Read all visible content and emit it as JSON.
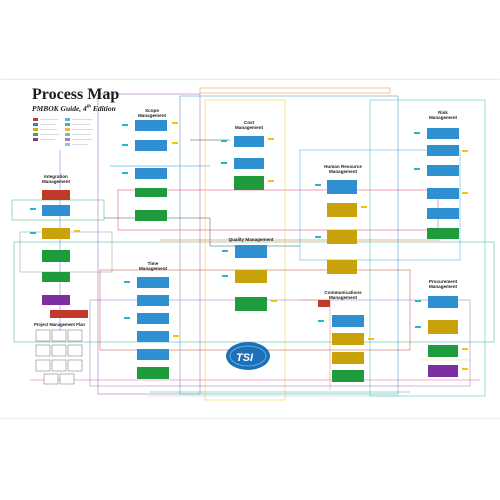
{
  "poster": {
    "title": "Process Map",
    "subtitle_main": "PMBOK Guide, 4",
    "subtitle_sup": "th",
    "subtitle_tail": " Edition",
    "logo": "TSI",
    "plan_label": "Project Management Plan"
  },
  "knowledge_areas": {
    "integration": "Integration\nManagement",
    "scope": "Scope\nManagement",
    "cost": "Cost\nManagement",
    "risk": "Risk\nManagement",
    "hr": "Human Resource\nManagement",
    "time": "Time\nManagement",
    "quality": "Quality Management",
    "communications": "Communications\nManagement",
    "procurement": "Procurement\nManagement"
  },
  "legend_colors": {
    "initiating": "#c0392b",
    "planning": "#2e86c1",
    "executing": "#d4ac0d",
    "monitoring": "#27ae60",
    "closing": "#7d3c98"
  },
  "colors": {
    "blue": "#2e8fd1",
    "green": "#1e9b3c",
    "gold": "#c9a20a",
    "red": "#c0392b",
    "purple": "#7b2fa0",
    "teal": "#2bb5c9"
  }
}
